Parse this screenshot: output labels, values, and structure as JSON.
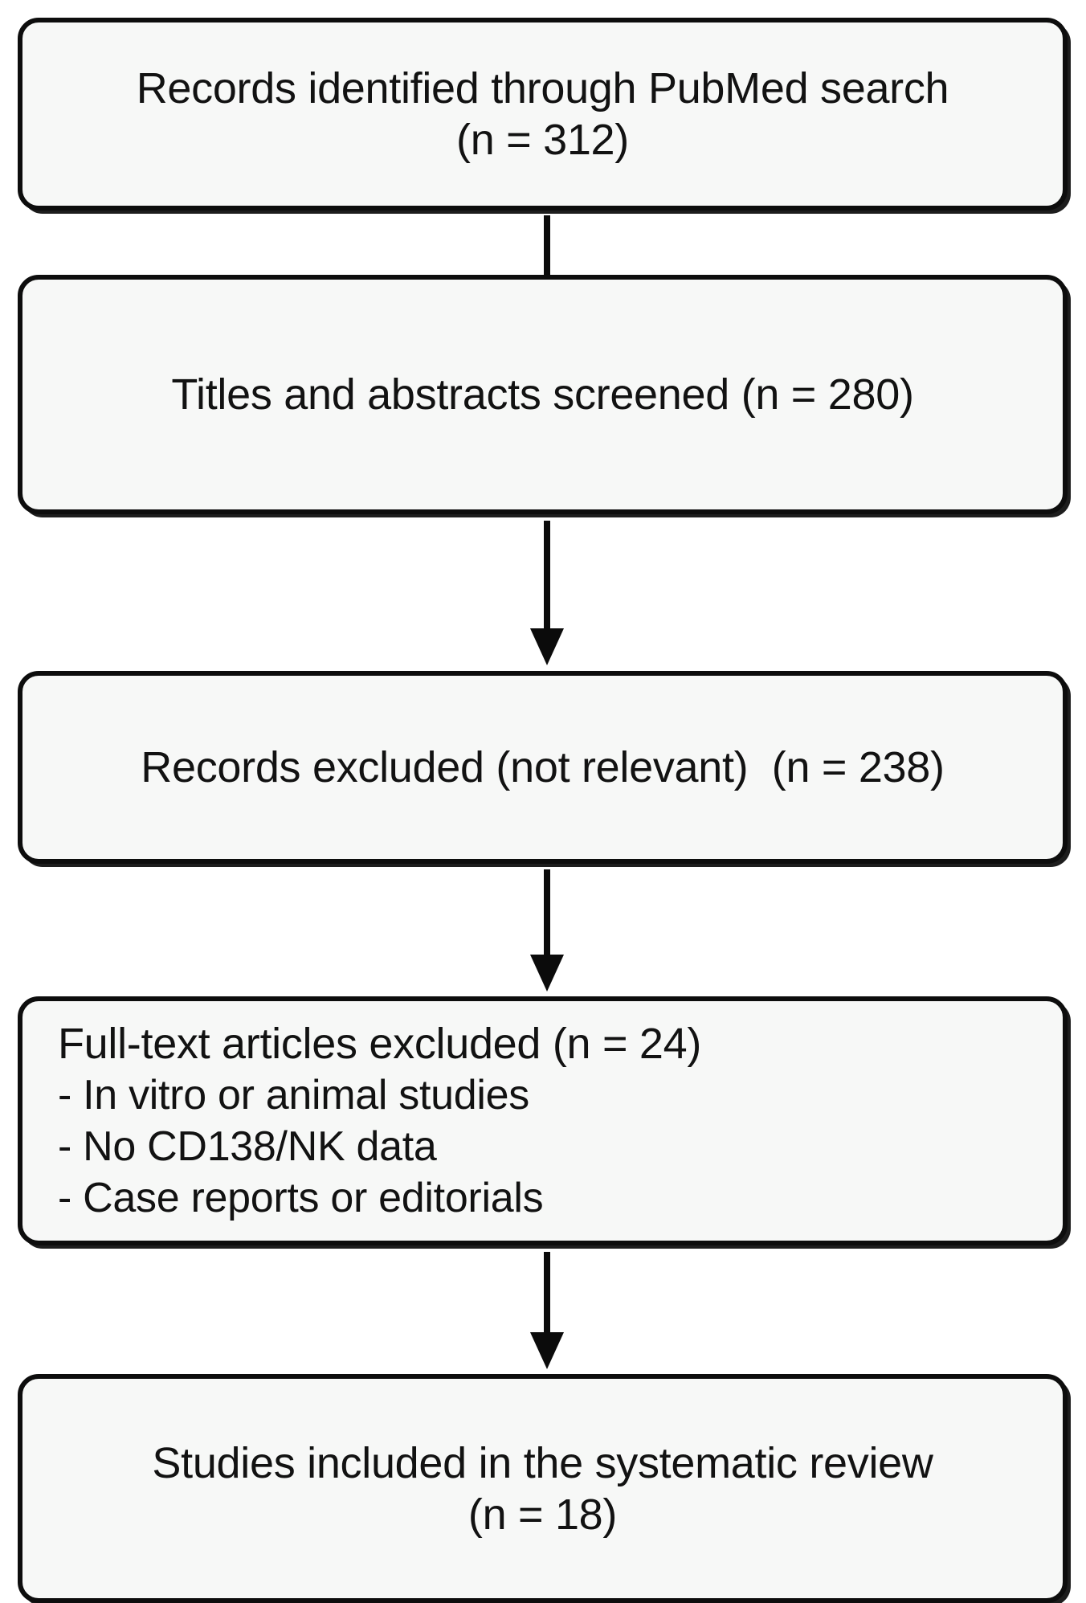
{
  "diagram": {
    "type": "prisma-flowchart",
    "title": "Records identified through PubMed search",
    "orientation": "vertical",
    "colors": {
      "box_fill": "#f7f8f7",
      "box_border": "#0d0d0d",
      "text": "#121212",
      "arrow": "#0b0b0b",
      "background": "#ffffff"
    },
    "nodes": [
      {
        "id": "identified",
        "align": "center",
        "lines": [
          "Records identified through PubMed search",
          "(n = 312)"
        ],
        "count": 312
      },
      {
        "id": "screened",
        "align": "center",
        "lines": [
          "Titles and abstracts screened (n = 280)"
        ],
        "count": 280
      },
      {
        "id": "excluded",
        "align": "center",
        "lines": [
          "Records excluded (not relevant)  (n = 238)"
        ],
        "count": 238
      },
      {
        "id": "fulltext",
        "align": "left",
        "lines": [
          "Full-text articles excluded (n = 24)",
          "- In vitro or animal studies",
          "- No CD138/NK data",
          "- Case reports or editorials"
        ],
        "count": 24
      },
      {
        "id": "included",
        "align": "center",
        "lines": [
          "Studies included in the systematic review",
          "(n = 18)"
        ],
        "count": 18
      }
    ],
    "connectors": [
      {
        "id": "arrow-1",
        "from": "identified",
        "to": "screened",
        "icon": "down-arrow-icon"
      },
      {
        "id": "arrow-2",
        "from": "screened",
        "to": "excluded",
        "icon": "down-arrow-icon"
      },
      {
        "id": "arrow-3",
        "from": "excluded",
        "to": "fulltext",
        "icon": "down-arrow-icon"
      },
      {
        "id": "arrow-4",
        "from": "fulltext",
        "to": "included",
        "icon": "down-arrow-icon"
      }
    ]
  }
}
